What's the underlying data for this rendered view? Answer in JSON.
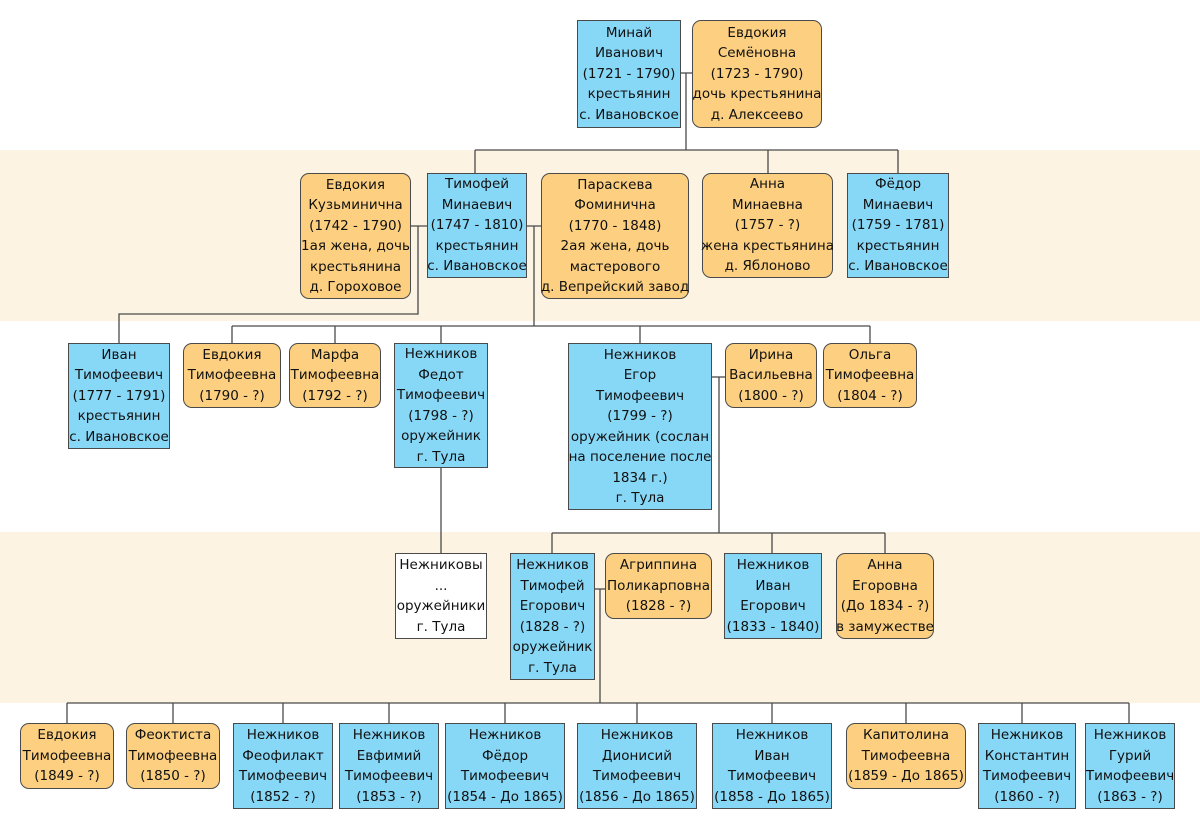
{
  "people": {
    "minay": [
      "Минай",
      "Иванович",
      "(1721 - 1790)",
      "крестьянин",
      "с. Ивановское"
    ],
    "evdokia_s": [
      "Евдокия",
      "Семёновна",
      "(1723 - 1790)",
      "дочь крестьянина",
      "д. Алексеево"
    ],
    "evdokia_k": [
      "Евдокия",
      "Кузьминична",
      "(1742 - 1790)",
      "1ая жена, дочь",
      "крестьянина",
      "д. Гороховое"
    ],
    "timofey": [
      "Тимофей",
      "Минаевич",
      "(1747 - 1810)",
      "крестьянин",
      "с. Ивановское"
    ],
    "paraskeva": [
      "Параскева",
      "Фоминична",
      "(1770 - 1848)",
      "2ая жена, дочь",
      "мастерового",
      "д. Вепрейский завод"
    ],
    "anna_m": [
      "Анна",
      "Минаевна",
      "(1757 - ?)",
      "жена крестьянина",
      "д. Яблоново"
    ],
    "fedor_m": [
      "Фёдор",
      "Минаевич",
      "(1759 - 1781)",
      "крестьянин",
      "с. Ивановское"
    ],
    "ivan_t": [
      "Иван",
      "Тимофеевич",
      "(1777 - 1791)",
      "крестьянин",
      "с. Ивановское"
    ],
    "evdokia_t": [
      "Евдокия",
      "Тимофеевна",
      "(1790 - ?)"
    ],
    "marfa": [
      "Марфа",
      "Тимофеевна",
      "(1792 - ?)"
    ],
    "fedot": [
      "Нежников",
      "Федот",
      "Тимофеевич",
      "(1798 - ?)",
      "оружейник",
      "г. Тула"
    ],
    "egor": [
      "Нежников",
      "Егор",
      "Тимофеевич",
      "(1799 - ?)",
      "оружейник (сослан",
      "на поселение после",
      "1834 г.)",
      "г. Тула"
    ],
    "irina": [
      "Ирина",
      "Васильевна",
      "(1800 - ?)"
    ],
    "olga": [
      "Ольга",
      "Тимофеевна",
      "(1804 - ?)"
    ],
    "nezhnikovy": [
      "Нежниковы",
      "...",
      "оружейники",
      "г. Тула"
    ],
    "timofey_e": [
      "Нежников",
      "Тимофей",
      "Егорович",
      "(1828 - ?)",
      "оружейник",
      "г. Тула"
    ],
    "agrippina": [
      "Агриппина",
      "Поликарповна",
      "(1828 - ?)"
    ],
    "ivan_e": [
      "Нежников",
      "Иван",
      "Егорович",
      "(1833 - 1840)"
    ],
    "anna_e": [
      "Анна",
      "Егоровна",
      "(До 1834 - ?)",
      "в замужестве"
    ],
    "evdokia_t2": [
      "Евдокия",
      "Тимофеевна",
      "(1849 - ?)"
    ],
    "feoktista": [
      "Феоктиста",
      "Тимофеевна",
      "(1850 - ?)"
    ],
    "feofilakt": [
      "Нежников",
      "Феофилакт",
      "Тимофеевич",
      "(1852 - ?)"
    ],
    "evfimiy": [
      "Нежников",
      "Евфимий",
      "Тимофеевич",
      "(1853 - ?)"
    ],
    "fedor_t": [
      "Нежников",
      "Фёдор",
      "Тимофеевич",
      "(1854 - До 1865)"
    ],
    "dionisiy": [
      "Нежников",
      "Дионисий",
      "Тимофеевич",
      "(1856 - До 1865)"
    ],
    "ivan_t2": [
      "Нежников",
      "Иван",
      "Тимофеевич",
      "(1858 - До 1865)"
    ],
    "kapitolina": [
      "Капитолина",
      "Тимофеевна",
      "(1859 - До 1865)"
    ],
    "konstantin": [
      "Нежников",
      "Константин",
      "Тимофеевич",
      "(1860 - ?)"
    ],
    "guriy": [
      "Нежников",
      "Гурий",
      "Тимофеевич",
      "(1863 - ?)"
    ]
  },
  "colors": {
    "male": "#87d8f7",
    "female": "#fcd080",
    "band": "#fcf3e3",
    "line": "#4a4a4a"
  }
}
